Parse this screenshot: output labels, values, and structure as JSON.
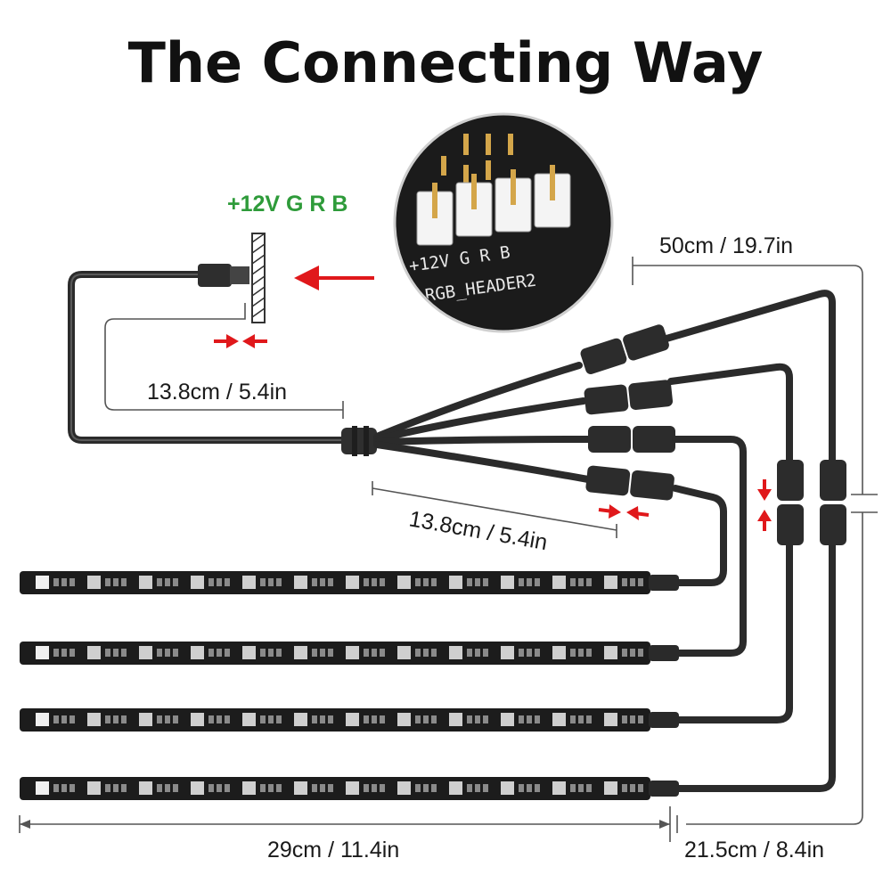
{
  "title": "The Connecting Way",
  "header_pin_label": "+12V G R B",
  "silkscreen": {
    "pins": "+12V G  R  B",
    "header": "RGB_HEADER2"
  },
  "measurements": {
    "header_to_splitter": "13.8cm / 5.4in",
    "splitter_to_connector": "13.8cm / 5.4in",
    "extension_length": "50cm / 19.7in",
    "strip_length": "29cm / 11.4in",
    "strip_lead": "21.5cm / 8.4in"
  },
  "colors": {
    "pin_label": "#2e9b3a",
    "arrow": "#e0181b",
    "cable": "#2b2b2b",
    "strip": "#1c1c1c",
    "led": "#cfcfcf"
  }
}
